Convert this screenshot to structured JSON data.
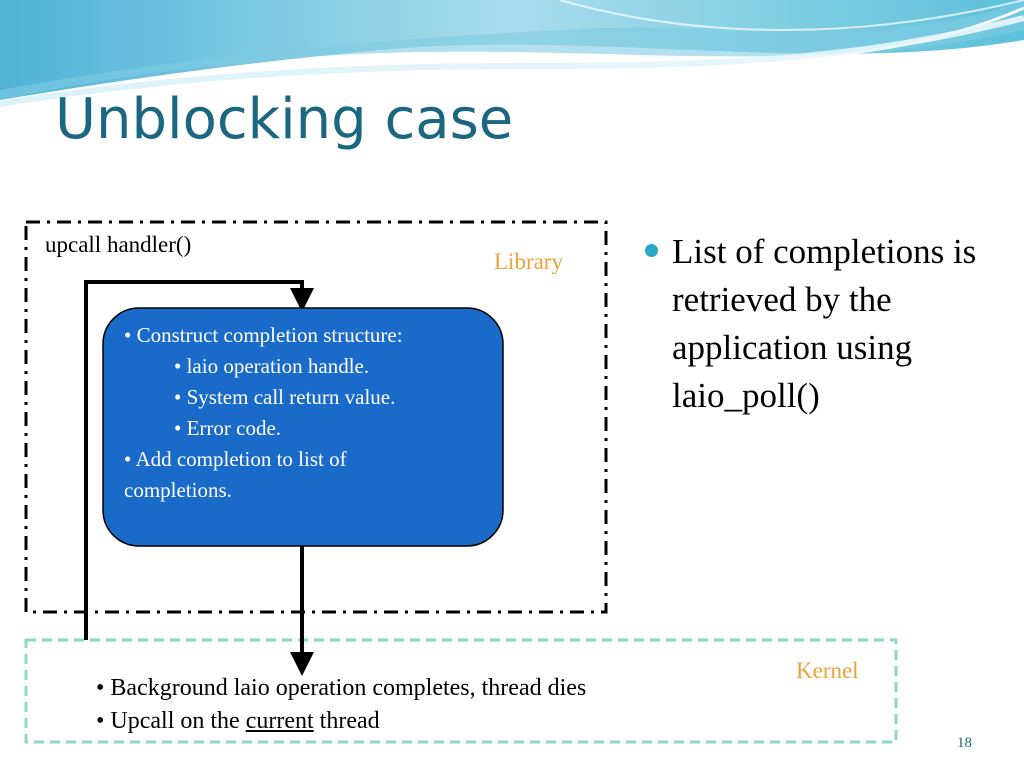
{
  "slide": {
    "title": "Unblocking case",
    "page_number": "18"
  },
  "library": {
    "upcall_label": "upcall handler()",
    "label": "Library",
    "box": {
      "line1": "• Construct completion structure:",
      "line2": "• laio operation handle.",
      "line3": "• System call return value.",
      "line4": "• Error code.",
      "line5": "• Add completion to list of",
      "line6": "completions."
    }
  },
  "kernel": {
    "label": "Kernel",
    "line1": "• Background laio operation completes, thread dies",
    "line2_prefix": "• Upcall on the ",
    "line2_underlined": "current",
    "line2_suffix": " thread"
  },
  "bullets": {
    "item1": "List of completions is retrieved by the application using laio_poll()"
  },
  "colors": {
    "title": "#1b6681",
    "box_fill": "#1a6bc9",
    "region_label": "#e8a33a",
    "kernel_border": "#8fd6c8",
    "bullet_dot": "#2aa7c7"
  }
}
